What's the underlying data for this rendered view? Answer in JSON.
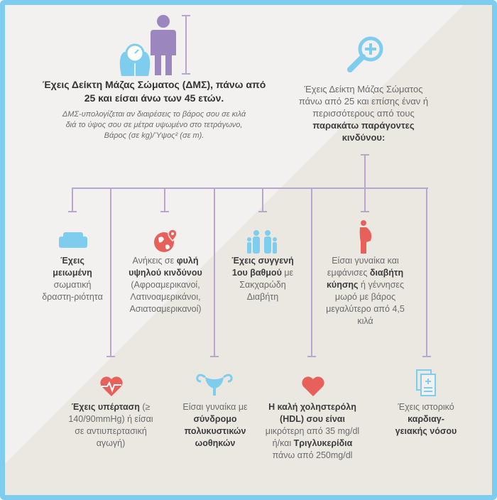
{
  "top_left": {
    "title": "Έχεις Δείκτη Μάζας Σώματος (ΔΜΣ), πάνω από 25 και είσαι άνω των 45 ετών.",
    "note": "ΔΜΣ-υπολογίζεται αν διαιρέσεις το βάρος σου σε κιλά διά το ύψος σου σε μέτρα υψωμένο στο τετράγωνο, Βάρος (σε kg)/Ύψος² (σε m)."
  },
  "top_right": {
    "p1": "Έχεις Δείκτη Μάζας Σώματος πάνω από 25 και επίσης έναν ή περισσότερους από τους",
    "b1": "παρακάτω παράγοντες κινδύνου:"
  },
  "factors": [
    {
      "b1": "Έχεις μειωμένη",
      "p1": "σωματική δραστη-ριότητα"
    },
    {
      "p1": "Ανήκεις σε",
      "b1": "φυλή υψηλού κινδύνου",
      "p2": "(Αφροαμερικανοί, Λατινοαμερικάνοι, Ασιατοαμερικανοί)"
    },
    {
      "b1": "Έχεις συγγενή 1ου βαθμού",
      "p1": "με Σακχαρώδη Διαβήτη"
    },
    {
      "p1": "Είσαι γυναίκα και εμφάνισες",
      "b1": "διαβήτη κύησης",
      "p2": "ή γέννησες μωρό με βάρος μεγαλύτερο από 4,5 κιλά"
    },
    {
      "b1": "Έχεις υπέρταση",
      "p1": "(≥ 140/90mmHg) ή είσαι σε αντιυπερτασική αγωγή)"
    },
    {
      "p1": "Είσαι γυναίκα με",
      "b1": "σύνδρομο πολυκυστικών ωοθηκών"
    },
    {
      "b1": "Η καλή χοληστερόλη (HDL) σου είναι",
      "p1": "μικρότερη από 35 mg/dl ή/και",
      "b2": "Τριγλυκερίδια",
      "p2": "πάνω από 250mg/dl"
    },
    {
      "p1": "Έχεις ιστορικό",
      "b1": "καρδιαγ-γειακής νόσου"
    }
  ],
  "colors": {
    "frame": "#7fcdee",
    "line": "#b9a6cf",
    "blue": "#7fcdee",
    "purple": "#9b86bd",
    "red": "#e8605a"
  }
}
